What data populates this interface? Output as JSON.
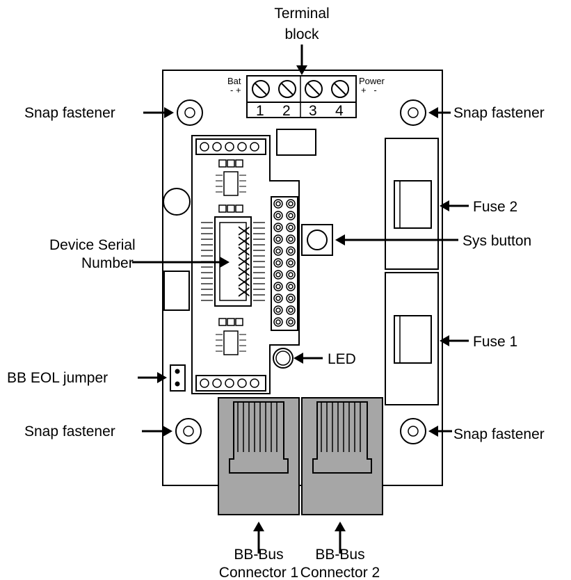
{
  "labels": {
    "terminal_block_line1": "Terminal",
    "terminal_block_line2": "block",
    "bat": "Bat",
    "bat_polarity": "- +",
    "power": "Power",
    "power_polarity": "+   -",
    "terminal_numbers": [
      "1",
      "2",
      "3",
      "4"
    ],
    "snap_fastener": "Snap fastener",
    "fuse_2": "Fuse 2",
    "fuse_1": "Fuse 1",
    "sys_button": "Sys button",
    "device_serial_line1": "Device Serial",
    "device_serial_line2": "Number",
    "serial_placeholder": "XXXXXXX",
    "led": "LED",
    "bb_eol_jumper": "BB EOL jumper",
    "bb_bus_1_line1": "BB-Bus",
    "bb_bus_1_line2": "Connector 1",
    "bb_bus_2_line1": "BB-Bus",
    "bb_bus_2_line2": "Connector 2"
  },
  "colors": {
    "connector_fill": "#a6a6a6",
    "outline": "#000000",
    "background": "#ffffff"
  }
}
